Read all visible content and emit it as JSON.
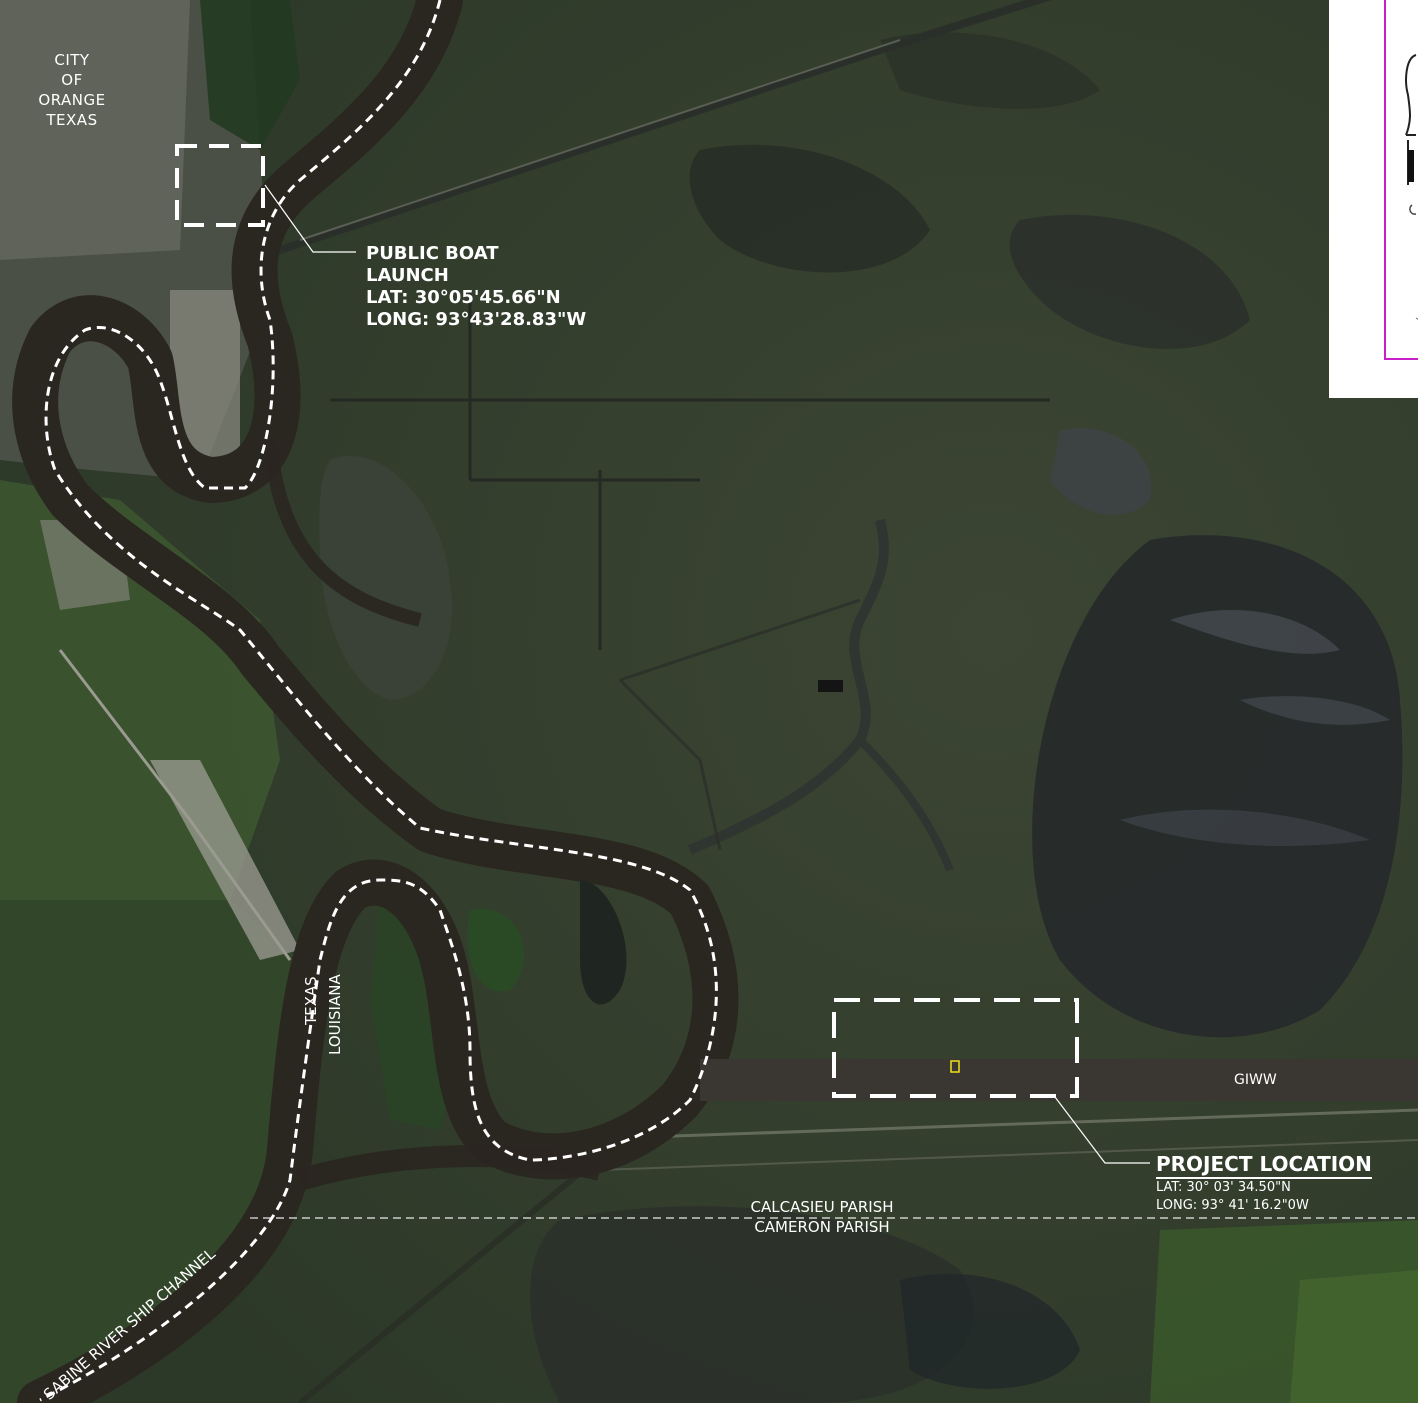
{
  "labels": {
    "city": [
      "CITY",
      "OF",
      "ORANGE",
      "TEXAS"
    ],
    "boat_launch": {
      "title_1": "PUBLIC BOAT",
      "title_2": "LAUNCH",
      "lat": "LAT: 30°05'45.66\"N",
      "long": "LONG: 93°43'28.83\"W"
    },
    "project": {
      "title": "PROJECT LOCATION",
      "lat": "LAT: 30° 03' 34.50\"N",
      "long": "LONG: 93° 41' 16.2\"0W"
    },
    "parish_north": "CALCASIEU PARISH",
    "parish_south": "CAMERON PARISH",
    "state_west": "TEXAS",
    "state_east": "LOUISIANA",
    "channel": "SABINE RIVER SHIP CHANNEL",
    "waterway": "GIWW"
  },
  "colors": {
    "marsh": "#34402e",
    "marsh_light": "#4f5b3b",
    "forest": "#243620",
    "water": "#2a2620",
    "town": "#6e7068",
    "overlay": "#ffffff",
    "legend_border": "#c81fc8"
  }
}
